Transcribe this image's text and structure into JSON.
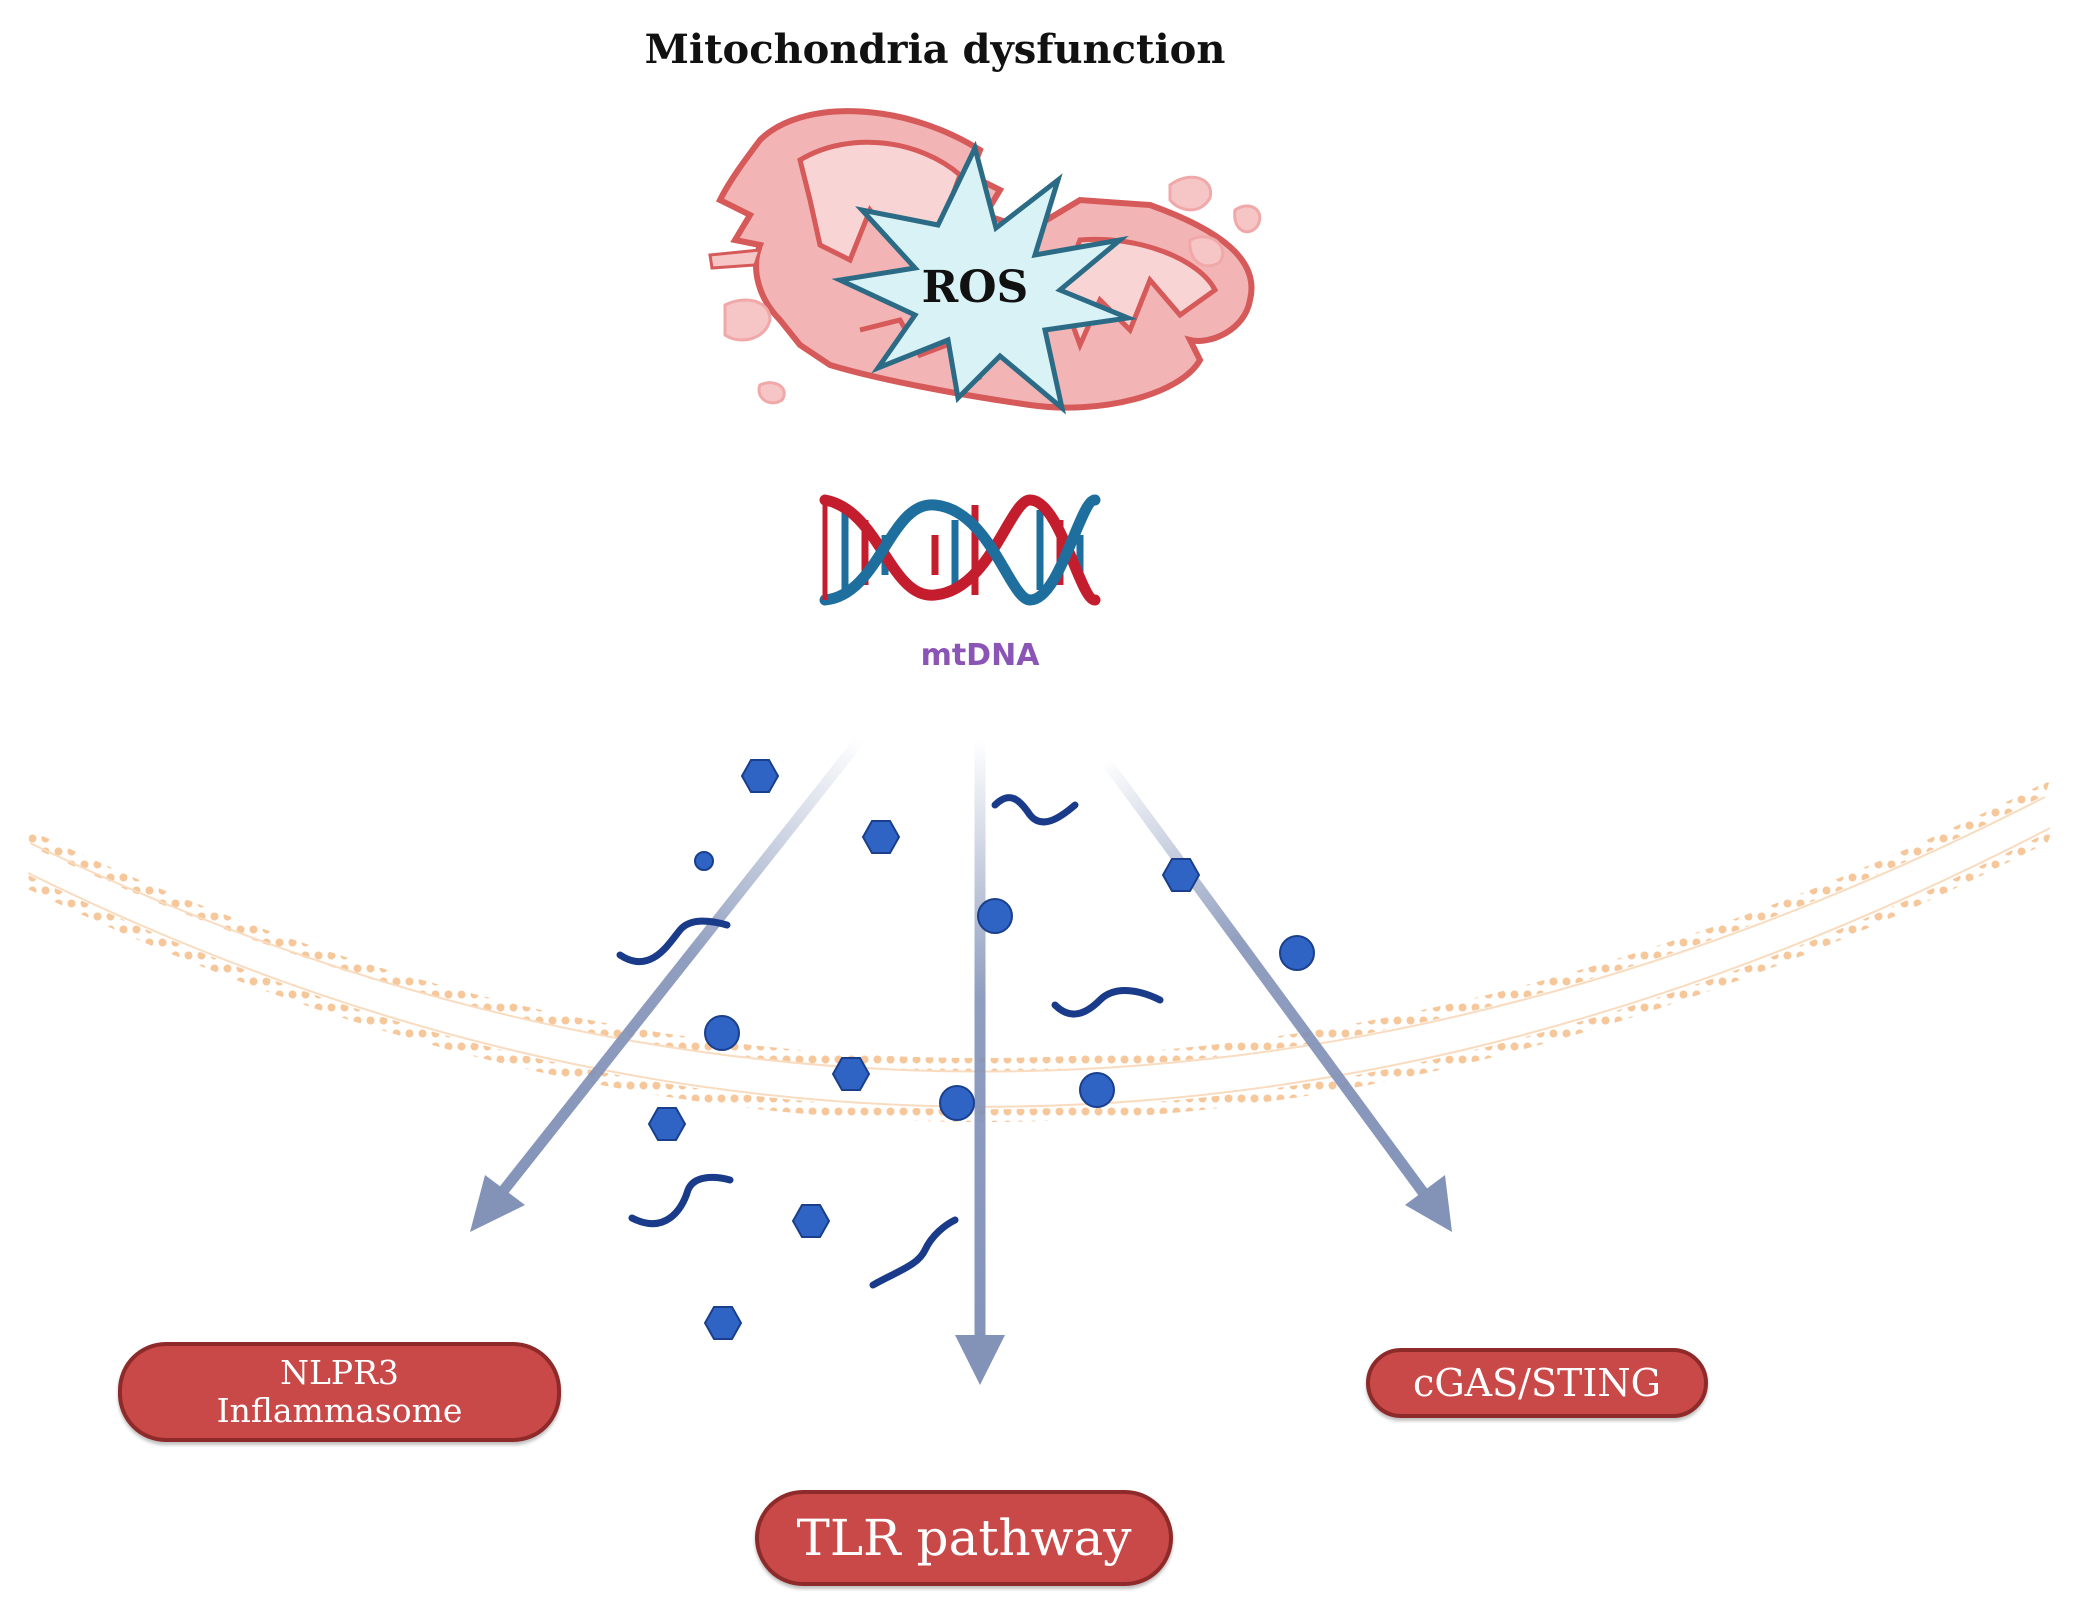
{
  "title": "Mitochondria dysfunction",
  "ros_label": "ROS",
  "mtdna_label": "mtDNA",
  "pathways": {
    "nlrp3_line1": "NLPR3",
    "nlrp3_line2": "Inflammasome",
    "cgas_sting": "cGAS/STING",
    "tlr": "TLR pathway"
  },
  "colors": {
    "mito_fill": "#f0a8a8",
    "mito_stroke": "#d65a5a",
    "ros_fill": "#d9f2f6",
    "ros_stroke": "#2c6b86",
    "dna_red": "#c41e2e",
    "dna_blue": "#1f6f9e",
    "mtdna_text": "#8a55b5",
    "arrow": "#8393b8",
    "particle": "#2f63c4",
    "particle_stroke": "#1a3f8c",
    "squiggle": "#1a3b8a",
    "membrane": "#f6c79a",
    "pill_fill": "#c94848"
  }
}
